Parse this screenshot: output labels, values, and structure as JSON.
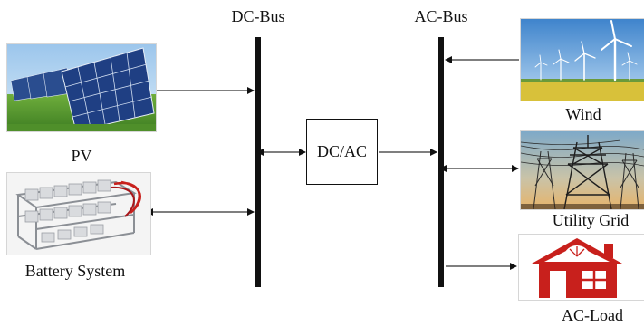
{
  "buses": {
    "dc": {
      "label": "DC-Bus"
    },
    "ac": {
      "label": "AC-Bus"
    }
  },
  "converter": {
    "label": "DC/AC"
  },
  "sources": {
    "pv": {
      "label": "PV",
      "icon": "solar-panel-icon"
    },
    "battery": {
      "label": "Battery System",
      "icon": "battery-rack-icon"
    }
  },
  "ac_side": {
    "wind": {
      "label": "Wind",
      "icon": "wind-turbine-icon"
    },
    "grid": {
      "label": "Utility Grid",
      "icon": "transmission-tower-icon"
    },
    "load": {
      "label": "AC-Load",
      "icon": "house-icon"
    }
  },
  "colors": {
    "bus": "#111111",
    "house": "#c8201c",
    "sky": "#4a8fd3",
    "grass": "#3f8d2a",
    "field": "#d8c13a",
    "panel_blue": "#1f3f83"
  }
}
